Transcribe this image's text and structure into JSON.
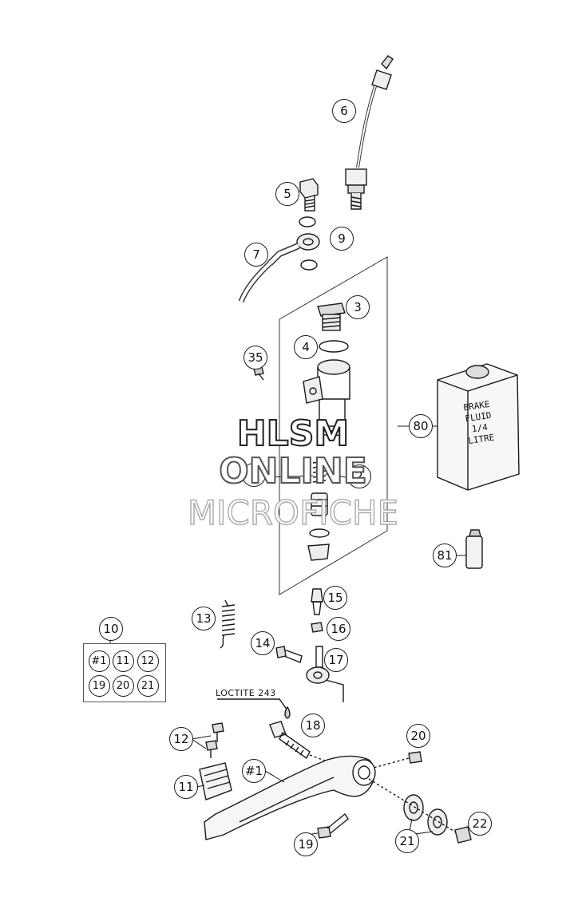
{
  "callouts": {
    "c6": "6",
    "c5": "5",
    "c9": "9",
    "c7": "7",
    "c3": "3",
    "c4": "4",
    "c35": "35",
    "c80": "80",
    "c1": "1",
    "c2": "2",
    "c81": "81",
    "c15": "15",
    "c13": "13",
    "c16": "16",
    "c14": "14",
    "c17": "17",
    "c10": "10",
    "c18": "18",
    "c20": "20",
    "c12": "12",
    "c1b": "#1",
    "c11": "11",
    "c19": "19",
    "c21": "21",
    "c22": "22"
  },
  "kit": [
    "#1",
    "11",
    "12",
    "19",
    "20",
    "21"
  ],
  "loctite_label": "LOCTITE 243",
  "brake_fluid_label": [
    "BRAKE",
    "FLUID",
    "1/4 LITRE"
  ],
  "watermark": {
    "line1": "HLSM",
    "line2": "ONLINE",
    "line3": "MICROFICHE"
  }
}
